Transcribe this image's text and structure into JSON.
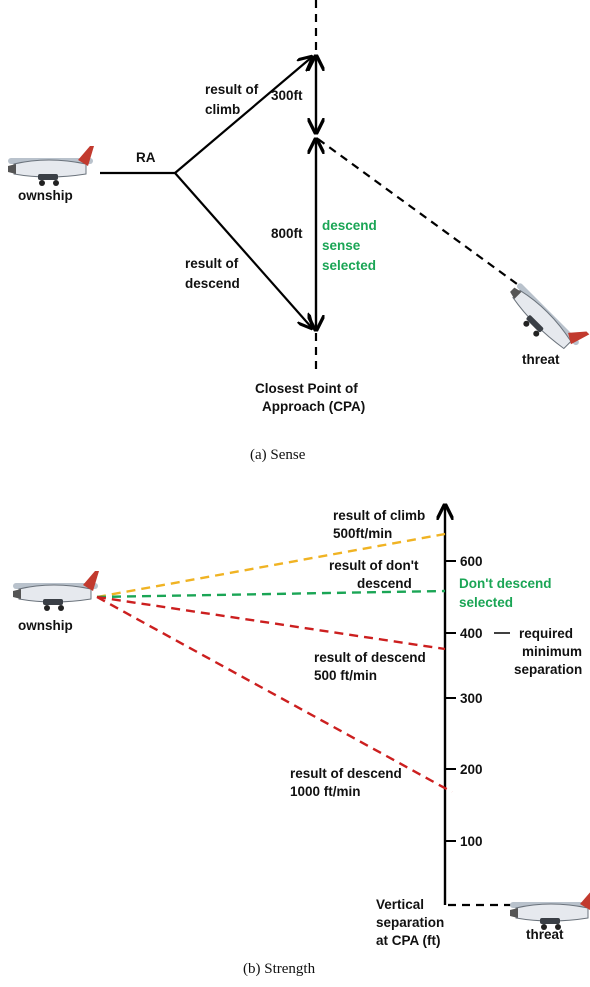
{
  "panel_a": {
    "ownship": "ownship",
    "ra": "RA",
    "climb": [
      "result of",
      "climb"
    ],
    "descend": [
      "result of",
      "descend"
    ],
    "gap_upper": "300ft",
    "gap_lower": "800ft",
    "selected": [
      "descend",
      "sense",
      "selected"
    ],
    "threat": "threat",
    "cpa": [
      "Closest Point of",
      "Approach (CPA)"
    ],
    "caption": "(a)  Sense"
  },
  "panel_b": {
    "ownship": "ownship",
    "climb": [
      "result of climb",
      "500ft/min"
    ],
    "dont": [
      "result of don't",
      "descend"
    ],
    "selected": [
      "Don't descend",
      "selected"
    ],
    "desc500": [
      "result of descend",
      "500 ft/min"
    ],
    "desc1000": [
      "result of descend",
      "1000 ft/min"
    ],
    "required": [
      "required",
      "minimum",
      "separation"
    ],
    "axis_ticks": [
      "600",
      "400",
      "300",
      "200",
      "100"
    ],
    "axis_label": [
      "Vertical",
      "separation",
      "at CPA (ft)"
    ],
    "threat": "threat",
    "caption": "(b)  Strength"
  },
  "colors": {
    "climb_line": "#f0b323",
    "selected_line": "#1aa555",
    "descend_line": "#cc1f1f",
    "selected_text": "#1aa555"
  }
}
